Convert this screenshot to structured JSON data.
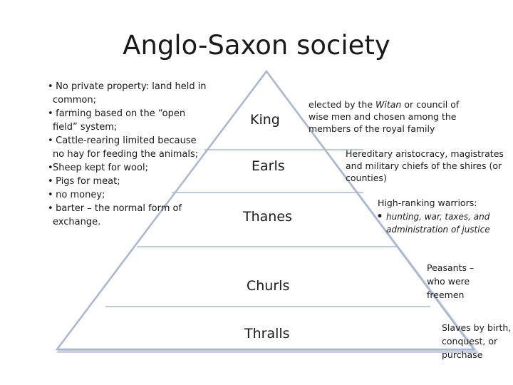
{
  "title": "Anglo-Saxon society",
  "features": [
    "No private property: land held in common;",
    "farming based on the “open field” system;",
    "Cattle-rearing limited because no hay for feeding the animals;",
    "Sheep kept for wool;",
    "Pigs for meat;",
    "no money;",
    "barter – the normal form of exchange."
  ],
  "pyramid": {
    "ranks": [
      "King",
      "Earls",
      "Thanes",
      "Churls",
      "Thralls"
    ]
  },
  "descriptions": {
    "king": {
      "before": "elected  by the ",
      "witan": "Witan",
      "after": " or council of wise men and chosen  among the members of the royal family"
    },
    "earls": "Hereditary aristocracy, magistrates and military chiefs of the shires (or counties)",
    "thanes_heading": "High-ranking warriors:",
    "thanes_detail": "hunting, war, taxes,  and administration of justice",
    "churls": "Peasants – who were freemen",
    "thralls": "Slaves by birth, conquest, or purchase"
  },
  "colors": {
    "outline": "#a8b6cf",
    "shading": "#c9d2e2",
    "text": "#1a1a1a"
  }
}
